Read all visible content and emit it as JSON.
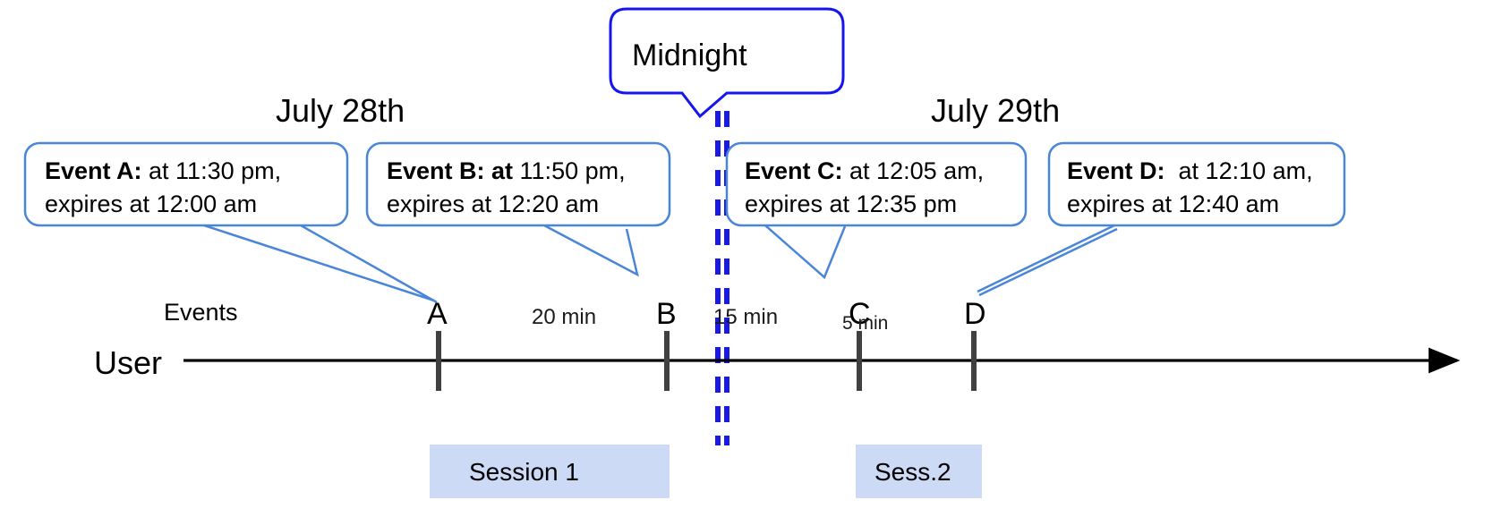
{
  "diagram": {
    "title_not_shown": "",
    "colors": {
      "callout_border": "#4a86d8",
      "midnight_border": "#1515f0",
      "midnight_dash": "#1a1ae6",
      "session_fill": "#ccdaf5",
      "tick": "#404040",
      "axis": "#000000",
      "text": "#000000"
    }
  },
  "midnight_callout": {
    "label": "Midnight"
  },
  "dates": [
    {
      "label": "July 28th"
    },
    {
      "label": "July 29th"
    }
  ],
  "callouts": [
    {
      "id": "event-a",
      "bold": "Event A:",
      "bold_extra": "",
      "line1_rest": " at 11:30 pm,",
      "line2": "expires at 12:00 am"
    },
    {
      "id": "event-b",
      "bold": "Event B: at",
      "bold_extra": "",
      "line1_rest": " 11:50 pm,",
      "line2": "expires at 12:20 am"
    },
    {
      "id": "event-c",
      "bold": "Event C:",
      "bold_extra": "",
      "line1_rest": " at 12:05 am,",
      "line2": "expires at 12:35 pm"
    },
    {
      "id": "event-d",
      "bold": "Event D:",
      "bold_extra": "",
      "line1_rest": "  at 12:10 am,",
      "line2": "expires at 12:40 am"
    }
  ],
  "rows": {
    "events_label": "Events",
    "user_label": "User"
  },
  "timeline": {
    "events": [
      {
        "letter": "A"
      },
      {
        "letter": "B"
      },
      {
        "letter": "C"
      },
      {
        "letter": "D"
      }
    ],
    "gaps": [
      {
        "label": "20 min"
      },
      {
        "label": "15 min"
      },
      {
        "label": "5 min"
      }
    ]
  },
  "sessions": [
    {
      "label": "Session 1"
    },
    {
      "label": "Sess.2"
    }
  ]
}
